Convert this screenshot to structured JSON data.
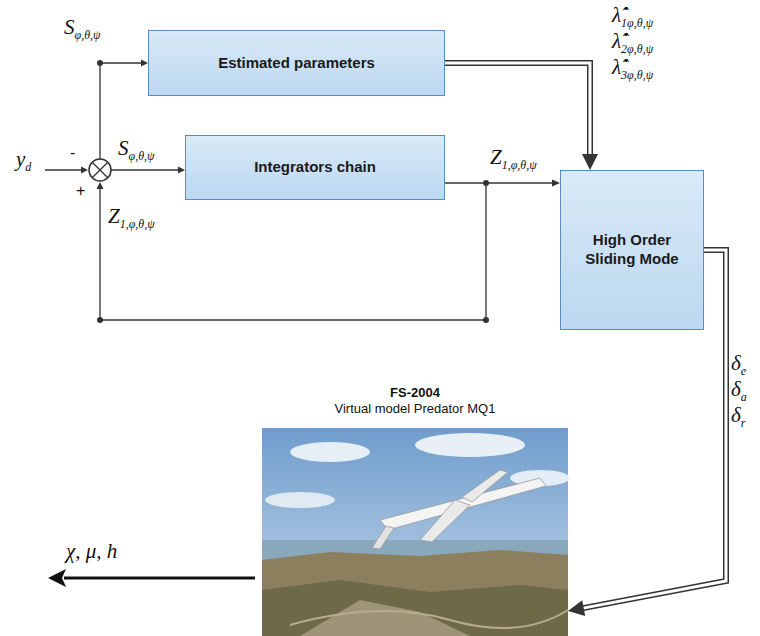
{
  "diagram": {
    "nodes": [
      {
        "text": [
          "Estimated parameters"
        ]
      },
      {
        "text": [
          "Integrators chain"
        ]
      },
      {
        "text": [
          "High Order Sliding Mode"
        ]
      },
      {
        "text": [
          "FS-2004",
          "Virtual model Predator MQ1"
        ]
      }
    ],
    "edges": [
      {
        "from": 0,
        "to": 2,
        "arrow": "to"
      },
      {
        "from": 1,
        "to": 2,
        "arrow": "to"
      },
      {
        "from": 2,
        "to": 3,
        "arrow": "to"
      }
    ],
    "labels": [
      "S",
      "φ,θ,ψ",
      "y",
      "d",
      "-",
      "+",
      "S",
      "φ,θ,ψ",
      "Z",
      "1,φ,θ,ψ",
      "Z",
      "1,φ,θ,ψ",
      "λ̂̇",
      "1φ,θ,ψ",
      "λ̂̇",
      "2φ,θ,ψ",
      "λ̂̇",
      "3φ,θ,ψ",
      "δ",
      "e",
      "δ",
      "a",
      "δ",
      "r",
      "χ, μ, h"
    ]
  }
}
